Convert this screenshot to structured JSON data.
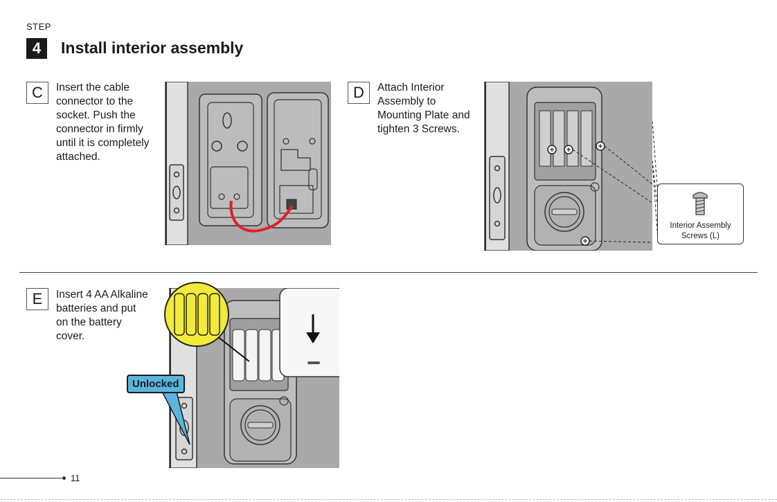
{
  "header": {
    "step_label": "STEP",
    "step_number": "4",
    "title": "Install interior assembly"
  },
  "sections": {
    "c": {
      "letter": "C",
      "text": "Insert the cable\nconnector to the\nsocket. Push the\nconnector in firmly\nuntil it is completely\nattached."
    },
    "d": {
      "letter": "D",
      "text": "Attach Interior\nAssembly to\nMounting Plate and\ntighten 3 Screws.",
      "callout_label": "Interior Assembly\nScrews (L)"
    },
    "e": {
      "letter": "E",
      "text": "Insert 4 AA Alkaline\nbatteries and put\non the battery\ncover.",
      "unlocked_label": "Unlocked"
    }
  },
  "footer": {
    "page_number": "11"
  },
  "colors": {
    "panel": "#a9a9a9",
    "cable": "#e0202a",
    "callout_blue": "#5ab4de",
    "magnifier": "#f3ea3a"
  }
}
